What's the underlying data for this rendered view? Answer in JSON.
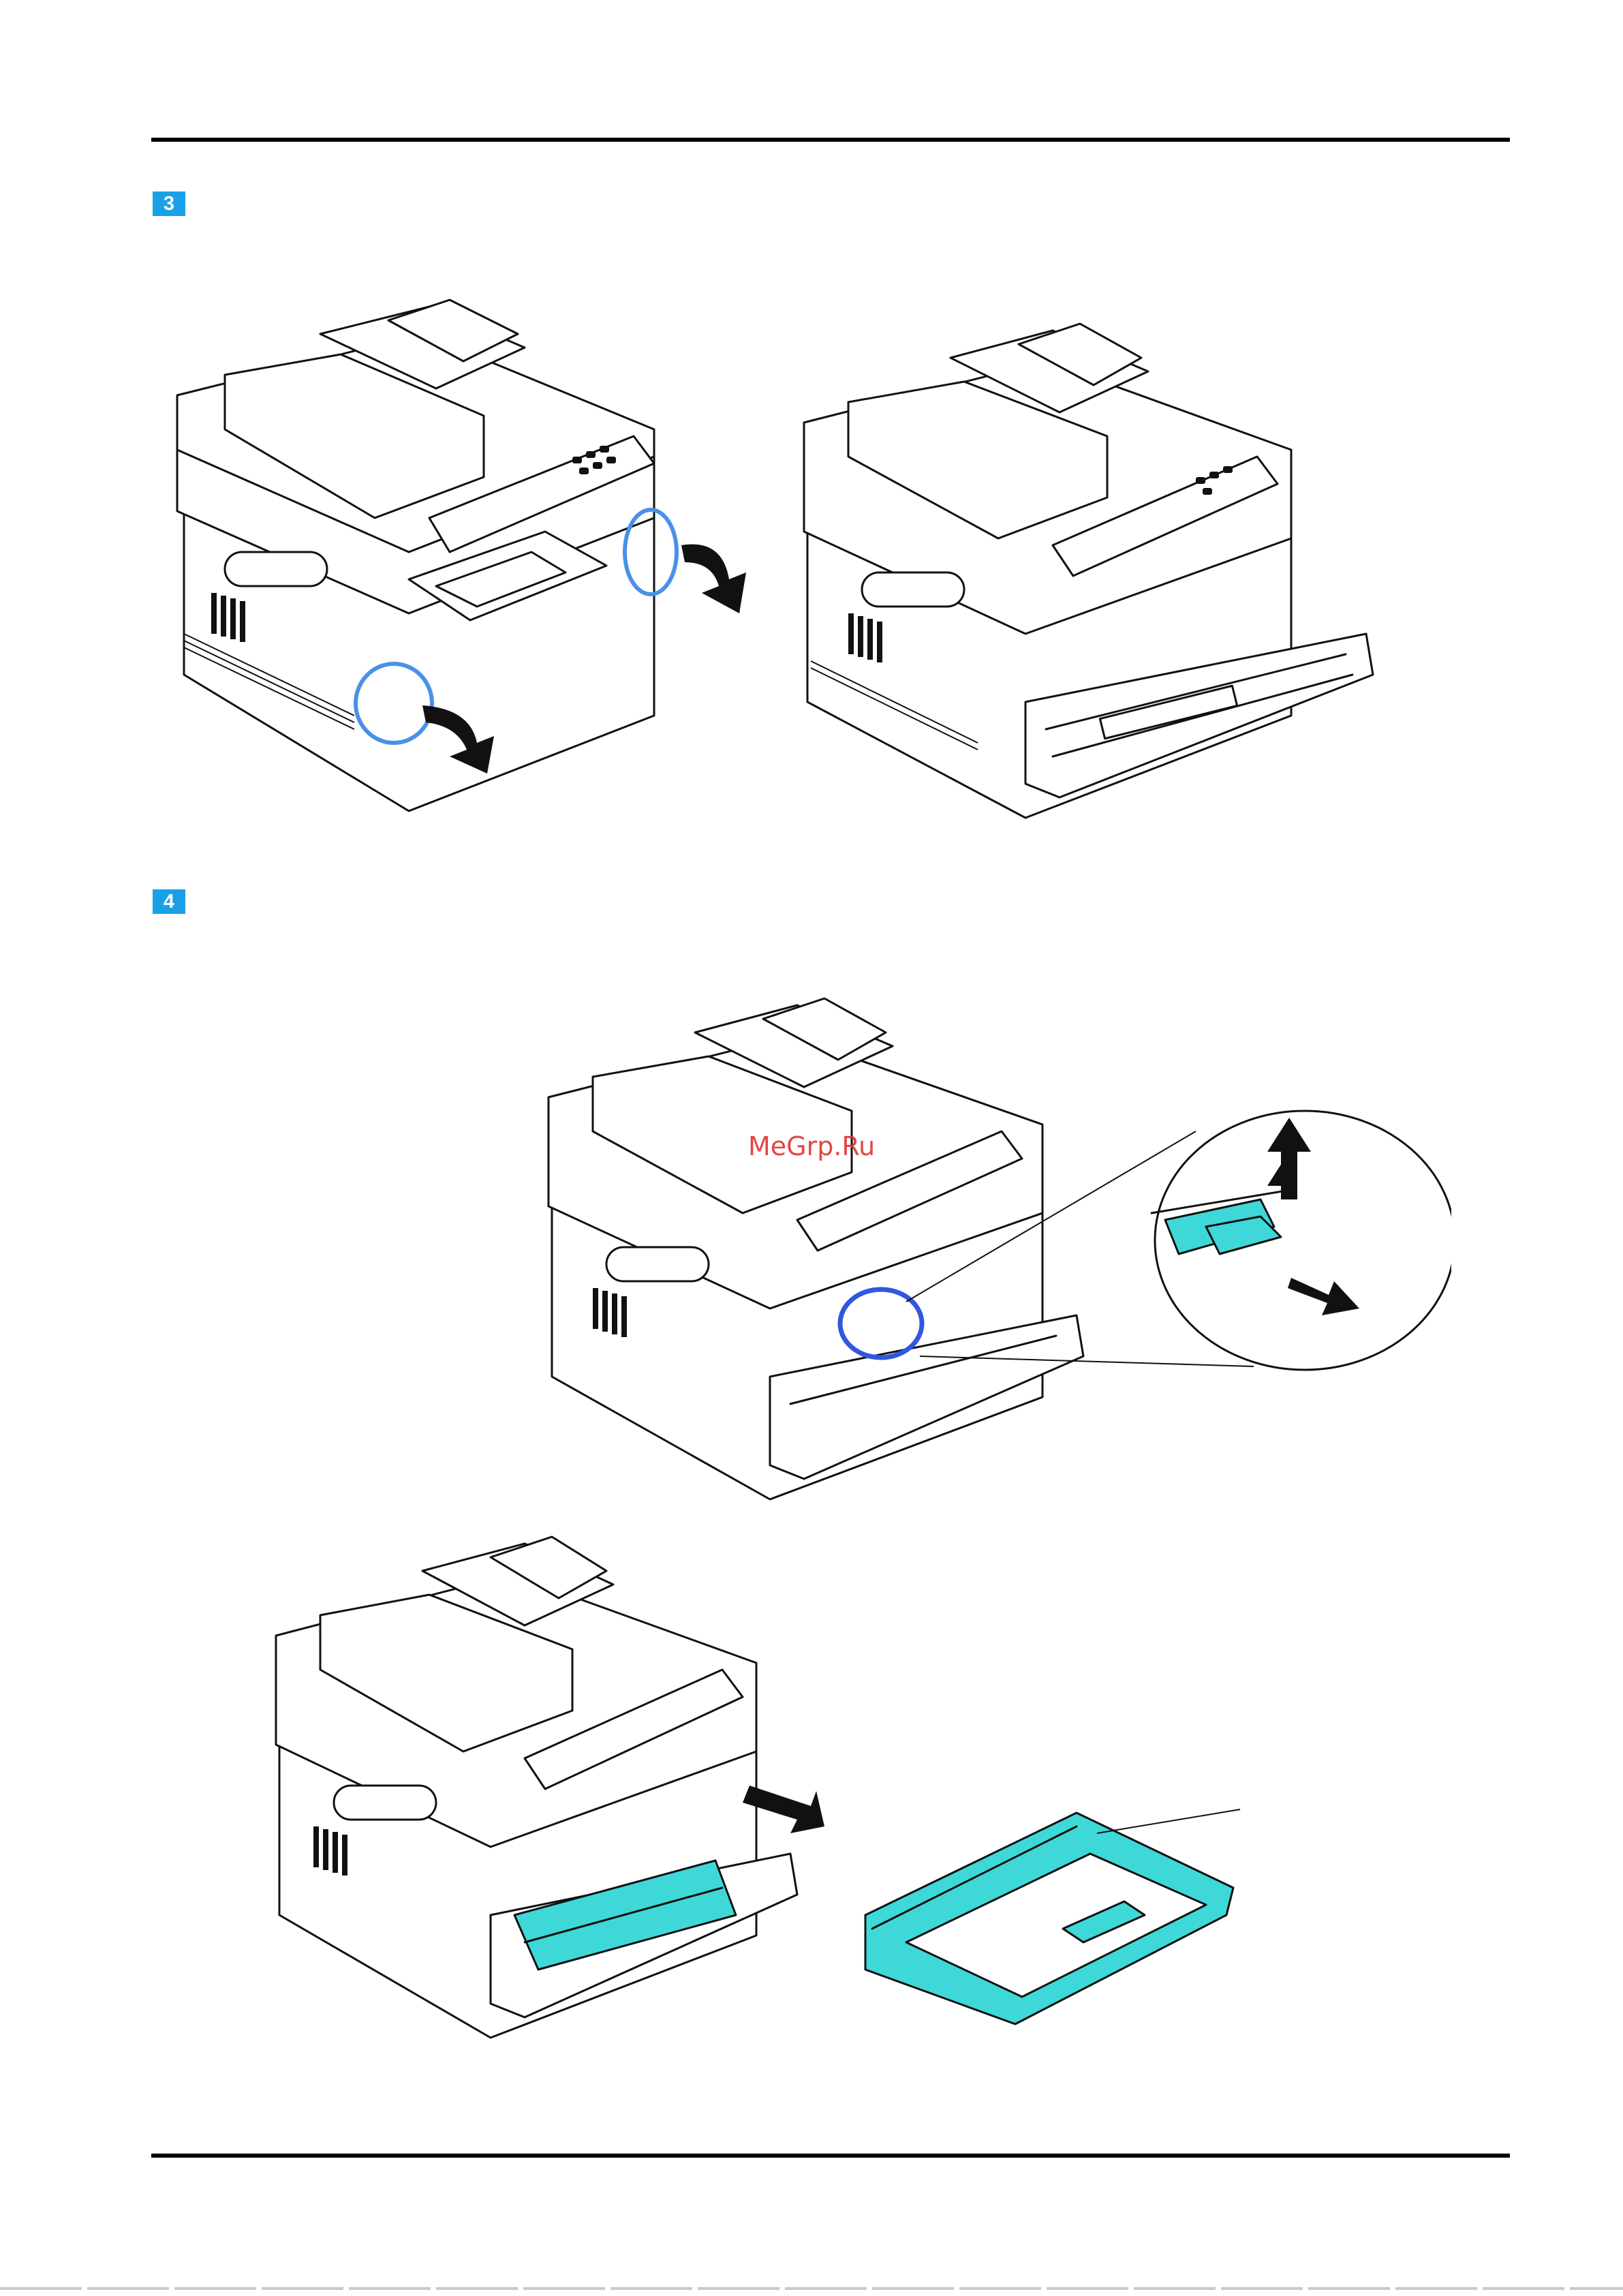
{
  "header": {
    "rule": true
  },
  "steps": [
    {
      "number": "3"
    },
    {
      "number": "4"
    }
  ],
  "watermark": {
    "text": "MeGrp.Ru"
  },
  "colors": {
    "badge": "#1aa0e6",
    "highlight_circle": "#4a90e8",
    "highlight_circle_dark": "#3057e0",
    "drum_cyan": "#3fd8d8",
    "watermark": "#e0332f"
  },
  "icons": {
    "open_arrow": "curved-arrow-icon",
    "push_arrow": "straight-arrow-icon",
    "lift_arrow": "up-arrow-icon"
  }
}
